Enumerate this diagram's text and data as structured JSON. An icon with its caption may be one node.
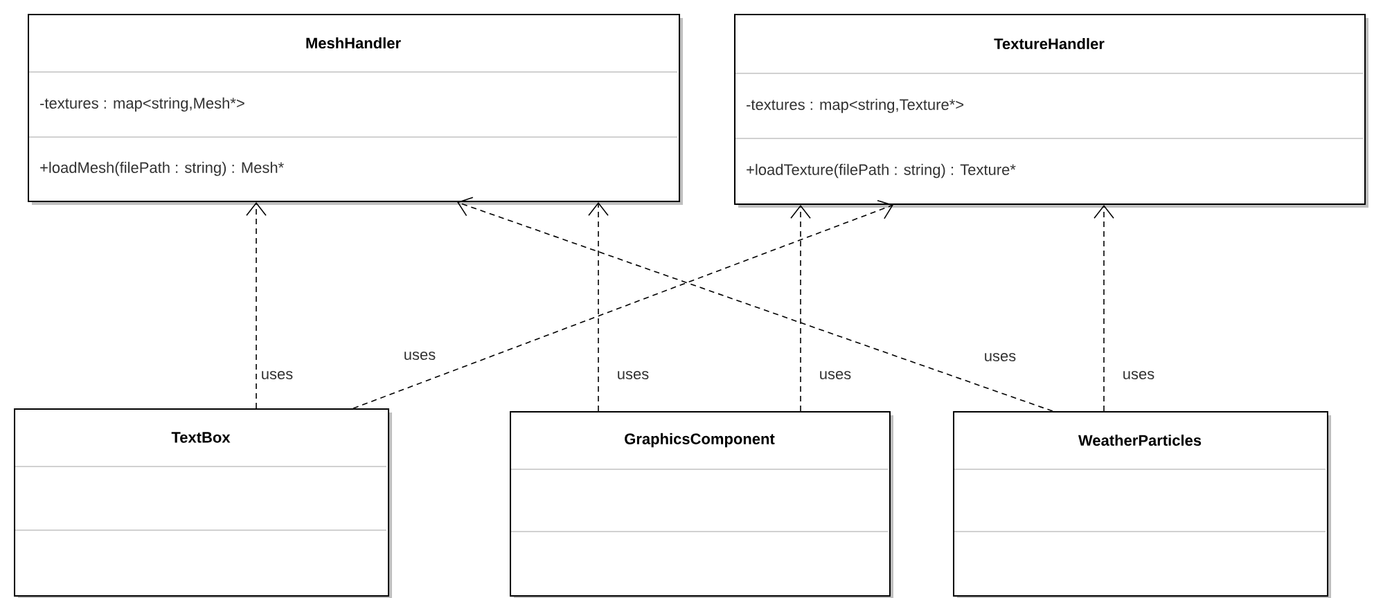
{
  "diagram": {
    "nodes": [
      {
        "text": [
          "MeshHandler",
          "-textures : map<string,Mesh*>",
          "+loadMesh(filePath : string) : Mesh*"
        ]
      },
      {
        "text": [
          "TextureHandler",
          "-textures : map<string,Texture*>",
          "+loadTexture(filePath : string) : Texture*"
        ]
      },
      {
        "text": [
          "TextBox"
        ]
      },
      {
        "text": [
          "GraphicsComponent"
        ]
      },
      {
        "text": [
          "WeatherParticles"
        ]
      }
    ],
    "edges": [
      {
        "from": 2,
        "to": 0,
        "arrow": "to",
        "style": "dashed",
        "label": "uses"
      },
      {
        "from": 2,
        "to": 1,
        "arrow": "to",
        "style": "dashed",
        "label": "uses"
      },
      {
        "from": 3,
        "to": 0,
        "arrow": "to",
        "style": "dashed",
        "label": "uses"
      },
      {
        "from": 3,
        "to": 1,
        "arrow": "to",
        "style": "dashed",
        "label": "uses"
      },
      {
        "from": 4,
        "to": 0,
        "arrow": "to",
        "style": "dashed",
        "label": "uses"
      },
      {
        "from": 4,
        "to": 1,
        "arrow": "to",
        "style": "dashed",
        "label": "uses"
      }
    ]
  }
}
